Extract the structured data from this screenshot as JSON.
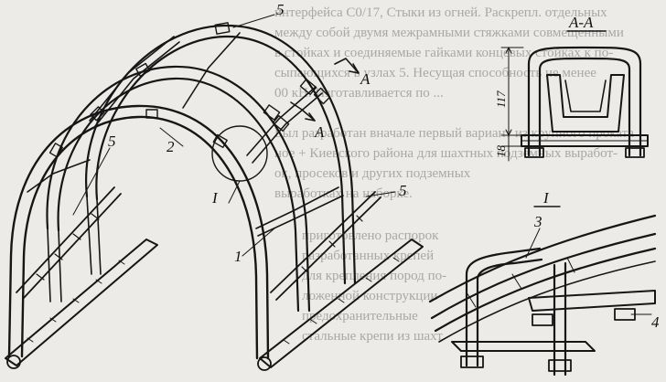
{
  "background_text": [
    "интерфейса С0/17, Стыки из огней. Раскрепл. отдельных",
    "между собой двумя межрамными стяжками совмещенными",
    "в стойках и соединяемые гайками концевых стойках к по-",
    "сыпающихся в узлах 5. Несущая способность не менее",
    "00 кН. Изготавливается по ...",
    "Был разработан вначале первый вариант из крупного проката",
    "ное + Киевского района для шахтных подземных выработ-",
    "ок, просеков и других подземных",
    "выработках на наборке.",
    "приготовлено распорок",
    "разработанных крепей",
    "для крепления пород по-",
    "ложенной конструкции",
    "предохранительные",
    "стальные крепи из шахт"
  ],
  "labels": {
    "part1": "1",
    "part2": "2",
    "part3": "3",
    "part4": "4",
    "part5_top": "5",
    "part5_left": "5",
    "part5_right": "5",
    "node_I": "I",
    "section_A_top": "A",
    "section_A_bottom": "A",
    "section_title": "А-А",
    "detail_title": "I",
    "dim_117": "117",
    "dim_18": "18"
  },
  "colors": {
    "ink": "#161616",
    "paper": "#ecebe7",
    "ghost_text": "#a8a8a8"
  }
}
